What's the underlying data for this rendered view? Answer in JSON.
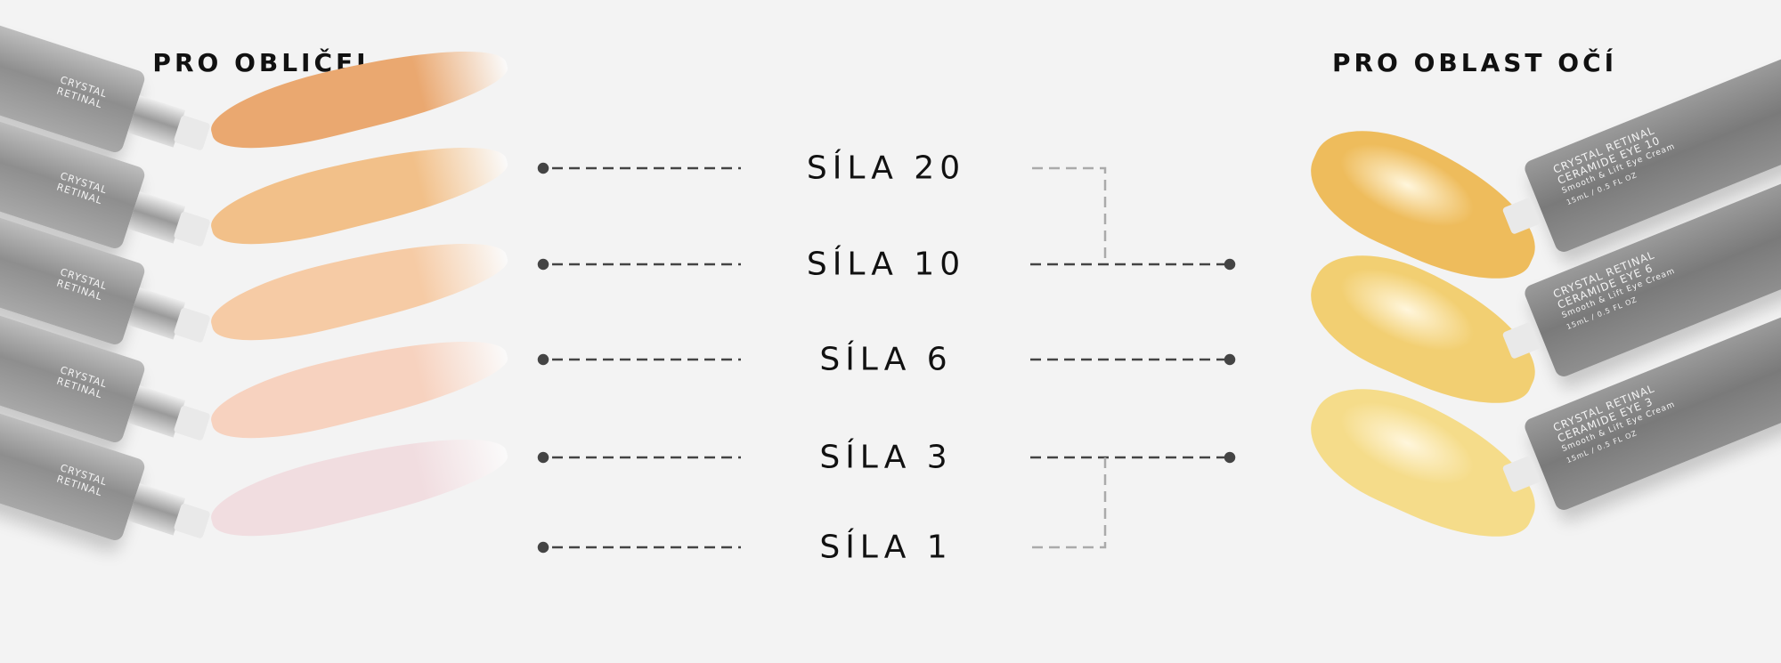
{
  "headings": {
    "face": "PRO OBLIČEJ",
    "eye": "PRO OBLAST OČÍ"
  },
  "strengths": [
    "SÍLA 20",
    "SÍLA 10",
    "SÍLA 6",
    "SÍLA 3",
    "SÍLA 1"
  ],
  "face_products": {
    "brand": "CRYSTAL RETINAL",
    "swatch_colors": [
      "#eaa870",
      "#f2c089",
      "#f6cba5",
      "#f7d2bf",
      "#f1dde0"
    ]
  },
  "eye_products": [
    {
      "brand": "CRYSTAL RETINAL",
      "name": "CERAMIDE EYE 10",
      "desc": "Smooth & Lift Eye Cream",
      "size": "15mL / 0.5 FL OZ",
      "swatch_color": "#eebc5c"
    },
    {
      "brand": "CRYSTAL RETINAL",
      "name": "CERAMIDE EYE 6",
      "desc": "Smooth & Lift Eye Cream",
      "size": "15mL / 0.5 FL OZ",
      "swatch_color": "#f2cf72"
    },
    {
      "brand": "CRYSTAL RETINAL",
      "name": "CERAMIDE EYE 3",
      "desc": "Smooth & Lift Eye Cream",
      "size": "15mL / 0.5 FL OZ",
      "swatch_color": "#f5dc8a"
    }
  ],
  "colors": {
    "background": "#f3f3f3",
    "text": "#111111",
    "connector": "#444444",
    "connector_light": "#aaaaaa"
  }
}
